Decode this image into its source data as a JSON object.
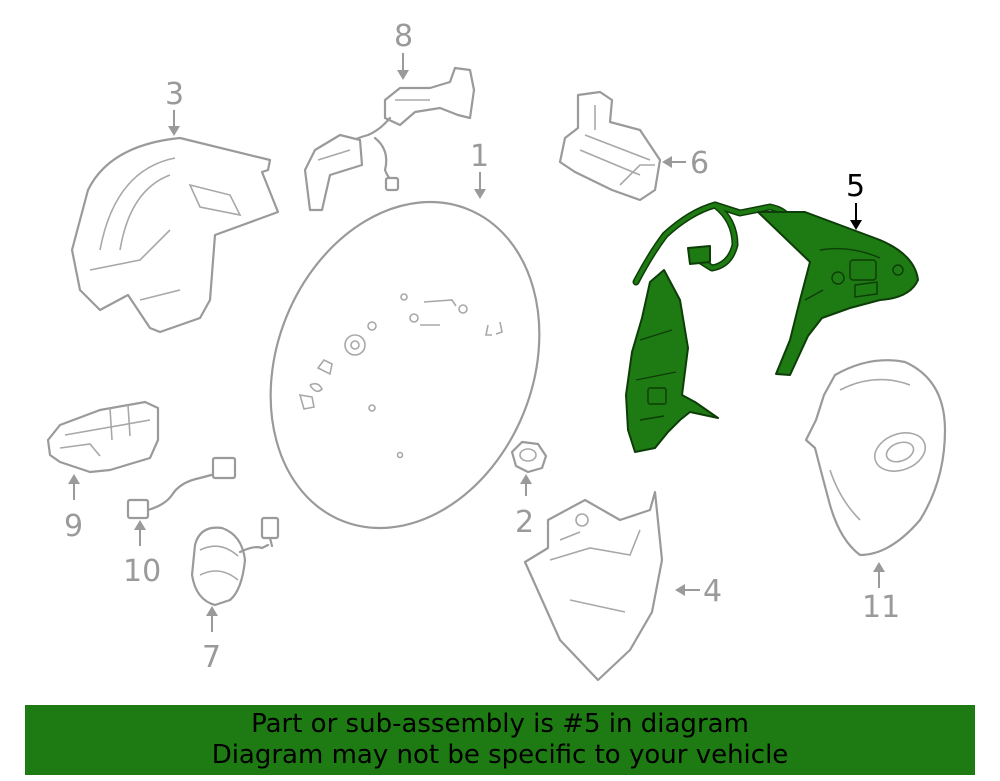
{
  "diagram": {
    "highlight_color": "#1e7a12",
    "callouts": {
      "c1": "1",
      "c2": "2",
      "c3": "3",
      "c4": "4",
      "c5": "5",
      "c6": "6",
      "c7": "7",
      "c8": "8",
      "c9": "9",
      "c10": "10",
      "c11": "11"
    },
    "highlighted_part": "5"
  },
  "banner": {
    "line1": "Part or sub-assembly is #5 in diagram",
    "line2": "Diagram may not be specific to your vehicle"
  }
}
